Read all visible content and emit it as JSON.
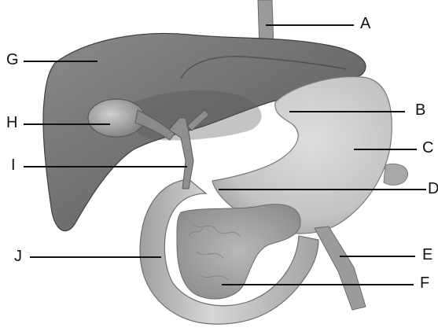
{
  "labels": {
    "A": "A",
    "B": "B",
    "C": "C",
    "D": "D",
    "E": "E",
    "F": "F",
    "G": "G",
    "H": "H",
    "I": "I",
    "J": "J"
  },
  "colors": {
    "liver": "#6e6e6e",
    "liver_shadow": "#4a4a4a",
    "stomach": "#c9c9c9",
    "duodenum": "#bdbdbd",
    "pancreas": "#a9a9a9",
    "gallbladder": "#9a9a9a",
    "vessel": "#8a8a8a",
    "line": "#111111"
  }
}
